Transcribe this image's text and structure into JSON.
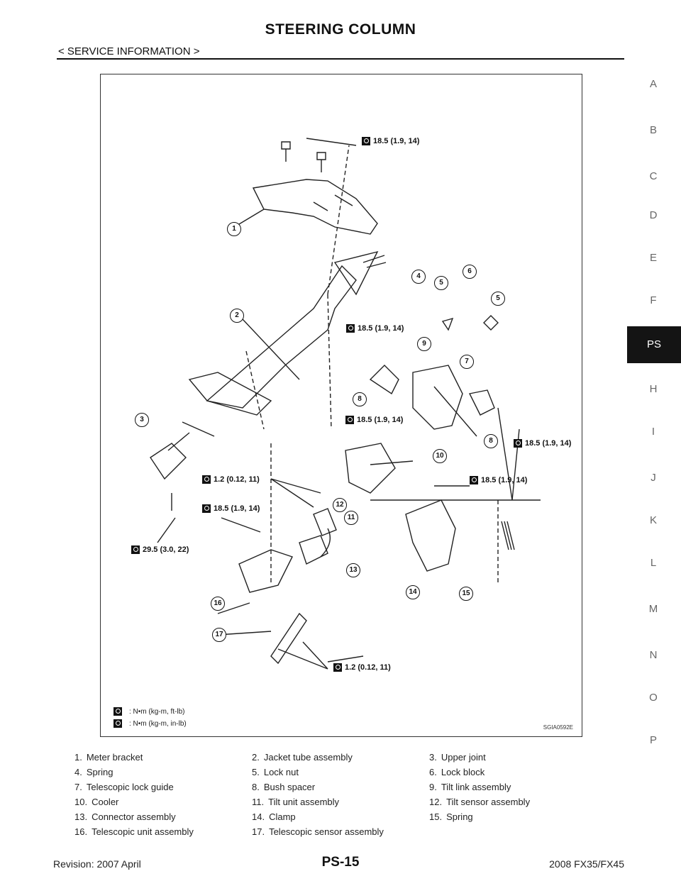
{
  "header": {
    "title": "STEERING COLUMN",
    "subtitle": "< SERVICE INFORMATION >"
  },
  "side_index": {
    "letters": [
      "A",
      "B",
      "C",
      "D",
      "E",
      "F",
      "PS",
      "H",
      "I",
      "J",
      "K",
      "L",
      "M",
      "N",
      "O",
      "P"
    ],
    "active": "PS"
  },
  "figure": {
    "id": "SGIA0592E",
    "callouts": [
      "1",
      "2",
      "3",
      "4",
      "5",
      "6",
      "5",
      "7",
      "8",
      "9",
      "8",
      "10",
      "11",
      "12",
      "13",
      "14",
      "15",
      "16",
      "17"
    ],
    "torques": [
      "18.5 (1.9, 14)",
      "18.5 (1.9, 14)",
      "18.5 (1.9, 14)",
      "18.5 (1.9, 14)",
      "1.2 (0.12, 11)",
      "18.5 (1.9, 14)",
      "18.5 (1.9, 14)",
      "29.5 (3.0, 22)",
      "1.2 (0.12, 11)"
    ],
    "legend": [
      ": N•m  (kg-m,  ft-lb)",
      ": N•m  (kg-m,  in-lb)"
    ]
  },
  "parts": [
    {
      "num": "1.",
      "name": "Meter bracket"
    },
    {
      "num": "2.",
      "name": "Jacket tube assembly"
    },
    {
      "num": "3.",
      "name": "Upper joint"
    },
    {
      "num": "4.",
      "name": "Spring"
    },
    {
      "num": "5.",
      "name": "Lock nut"
    },
    {
      "num": "6.",
      "name": "Lock block"
    },
    {
      "num": "7.",
      "name": "Telescopic lock guide"
    },
    {
      "num": "8.",
      "name": "Bush spacer"
    },
    {
      "num": "9.",
      "name": "Tilt link assembly"
    },
    {
      "num": "10.",
      "name": "Cooler"
    },
    {
      "num": "11.",
      "name": "Tilt unit assembly"
    },
    {
      "num": "12.",
      "name": "Tilt sensor assembly"
    },
    {
      "num": "13.",
      "name": "Connector assembly"
    },
    {
      "num": "14.",
      "name": "Clamp"
    },
    {
      "num": "15.",
      "name": "Spring"
    },
    {
      "num": "16.",
      "name": "Telescopic unit assembly"
    },
    {
      "num": "17.",
      "name": "Telescopic sensor assembly"
    }
  ],
  "footer": {
    "revision": "Revision: 2007 April",
    "page": "PS-15",
    "model": "2008 FX35/FX45"
  }
}
